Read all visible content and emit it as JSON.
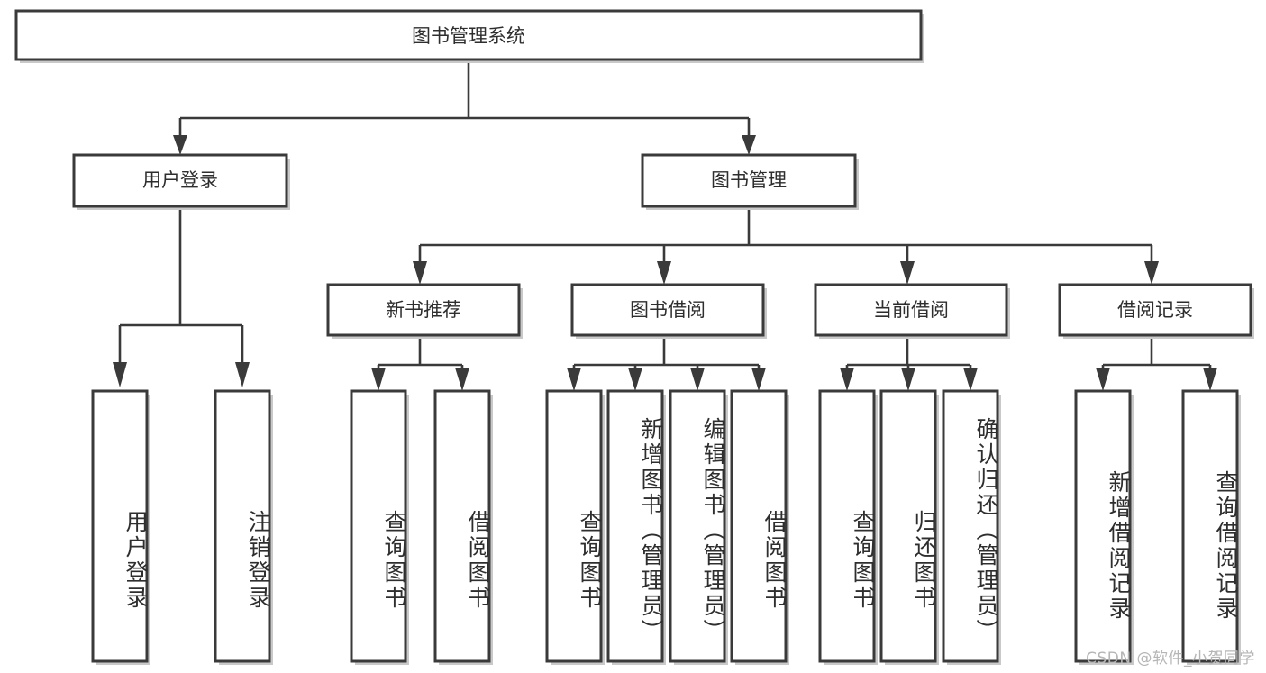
{
  "diagram": {
    "type": "tree-hierarchy",
    "title": "图书管理系统",
    "orientation": "top-down",
    "style": {
      "box_fill": "#ffffff",
      "box_stroke": "#3a3a3a",
      "shadow": "#c9c9c9",
      "text_color": "#2e2e2e",
      "background": "#ffffff"
    },
    "root": {
      "label": "图书管理系统",
      "level": 0
    },
    "level1": [
      {
        "label": "用户登录",
        "level": 1
      },
      {
        "label": "图书管理",
        "level": 1
      }
    ],
    "level2": [
      {
        "label": "新书推荐",
        "level": 2,
        "parent": "图书管理"
      },
      {
        "label": "图书借阅",
        "level": 2,
        "parent": "图书管理"
      },
      {
        "label": "当前借阅",
        "level": 2,
        "parent": "图书管理"
      },
      {
        "label": "借阅记录",
        "level": 2,
        "parent": "图书管理"
      }
    ],
    "leaves": [
      {
        "label": "用户登录",
        "parent": "用户登录",
        "group": "user-login"
      },
      {
        "label": "注销登录",
        "parent": "用户登录",
        "group": "user-login"
      },
      {
        "label": "查询图书",
        "parent": "新书推荐",
        "group": "new-book"
      },
      {
        "label": "借阅图书",
        "parent": "新书推荐",
        "group": "new-book"
      },
      {
        "label": "查询图书",
        "parent": "图书借阅",
        "group": "borrow"
      },
      {
        "label": "新增图书（管理员）",
        "parent": "图书借阅",
        "group": "borrow"
      },
      {
        "label": "编辑图书（管理员）",
        "parent": "图书借阅",
        "group": "borrow"
      },
      {
        "label": "借阅图书",
        "parent": "图书借阅",
        "group": "borrow"
      },
      {
        "label": "查询图书",
        "parent": "当前借阅",
        "group": "current"
      },
      {
        "label": "归还图书",
        "parent": "当前借阅",
        "group": "current"
      },
      {
        "label": "确认归还（管理员）",
        "parent": "当前借阅",
        "group": "current"
      },
      {
        "label": "新增借阅记录",
        "parent": "借阅记录",
        "group": "record"
      },
      {
        "label": "查询借阅记录",
        "parent": "借阅记录",
        "group": "record"
      }
    ]
  },
  "watermark": {
    "text": "CSDN @软件_小贺同学"
  }
}
